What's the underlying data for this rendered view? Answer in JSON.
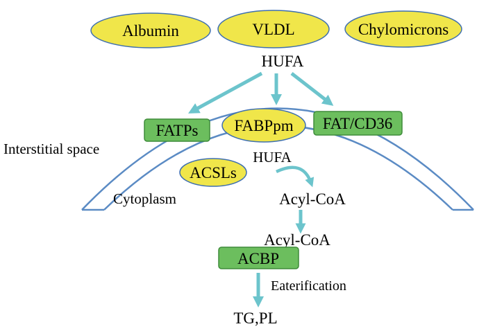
{
  "carriers": {
    "albumin": "Albumin",
    "vldl": "VLDL",
    "chylomicrons": "Chylomicrons"
  },
  "hufa_outside": "HUFA",
  "transporters": {
    "fatps": "FATPs",
    "fabppm": "FABPpm",
    "fat_cd36": "FAT/CD36"
  },
  "regions": {
    "interstitial": "Interstitial space",
    "cytoplasm": "Cytoplasm"
  },
  "enzymes": {
    "acsls": "ACSLs",
    "acbp": "ACBP"
  },
  "hufa_inside": "HUFA",
  "acyl_coa_1": "Acyl-CoA",
  "acyl_coa_2": "Acyl-CoA",
  "esterification": "Eaterification",
  "products": "TG,PL",
  "colors": {
    "yellow_fill": "#F0E64A",
    "blue_stroke": "#3E6FB0",
    "green_fill": "#6CBE5E",
    "green_stroke": "#3E8C3A",
    "membrane": "#5B8BC4",
    "arrow": "#6CC4CC"
  }
}
